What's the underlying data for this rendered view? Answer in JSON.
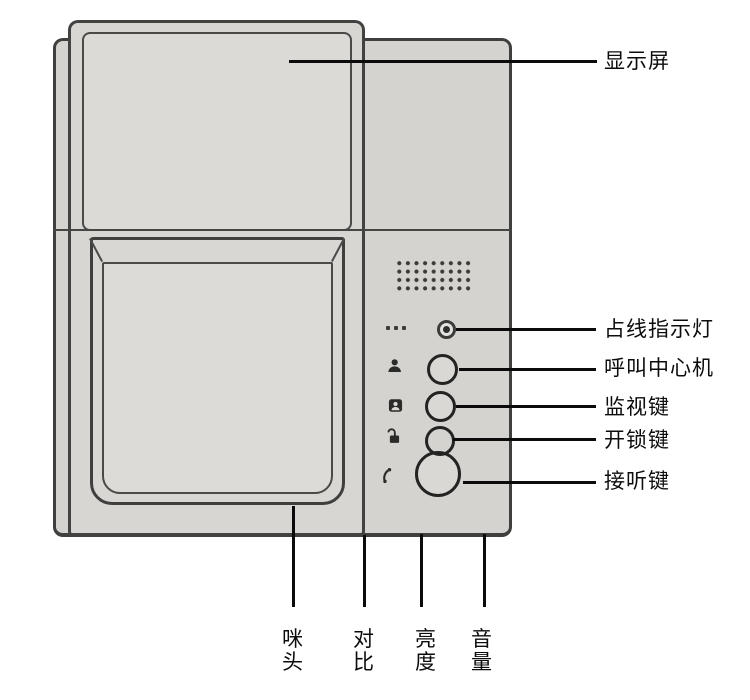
{
  "figure": {
    "kind": "intercom-monitor-annotated-diagram"
  },
  "labels": {
    "display": "显示屏",
    "busy_indicator": "占线指示灯",
    "call_center": "呼叫中心机",
    "monitor_key": "监视键",
    "unlock_key": "开锁键",
    "answer_key": "接听键",
    "microphone": "咪头",
    "contrast": "对比",
    "brightness": "亮度",
    "volume": "音量"
  },
  "icons": {
    "speaker_grille": "speaker-hole-dot-grid-4x9",
    "busy_led": "concentric-circle-led",
    "ellipsis": "three-dots",
    "call_center_icon": "person-silhouette",
    "monitor_icon": "portrait-in-square",
    "unlock_icon": "open-padlock",
    "answer_icon": "phone-handset"
  },
  "colors": {
    "background": "#ffffff",
    "body_fill": "#d4d3cf",
    "screen_fill": "#dbdad6",
    "outline": "#3f3f3e",
    "leader_line": "#0b0b0b",
    "label_text": "#0d0d0d"
  }
}
